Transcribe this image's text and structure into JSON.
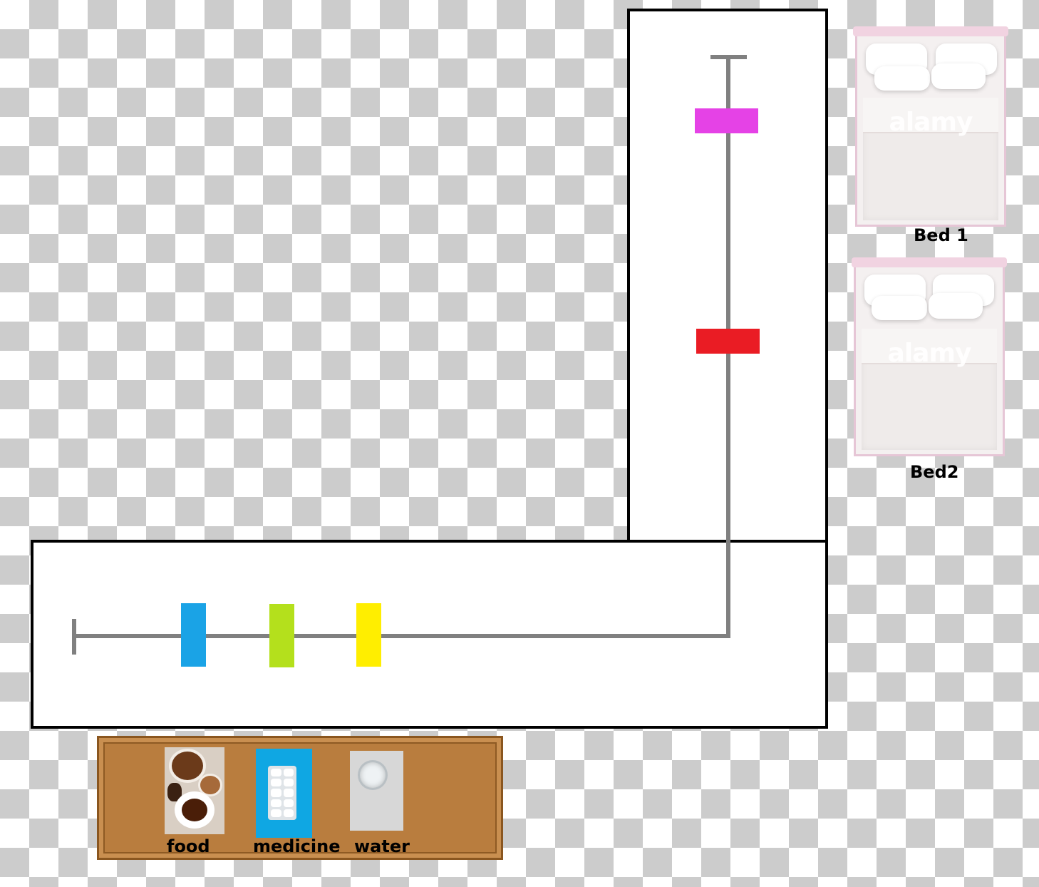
{
  "beds": [
    {
      "label": "Bed 1",
      "watermark": "alamy"
    },
    {
      "label": "Bed2",
      "watermark": "alamy"
    }
  ],
  "supplies": [
    {
      "label": "food"
    },
    {
      "label": "medicine"
    },
    {
      "label": "water"
    }
  ],
  "markers": [
    {
      "color": "#e542e6"
    },
    {
      "color": "#ea1c24"
    },
    {
      "color": "#1aa3e6"
    },
    {
      "color": "#b4e01c"
    },
    {
      "color": "#ffee00"
    }
  ],
  "colors": {
    "track": "#808080",
    "corridor_border": "#000000",
    "shelf_wood": "#b97d3e"
  }
}
